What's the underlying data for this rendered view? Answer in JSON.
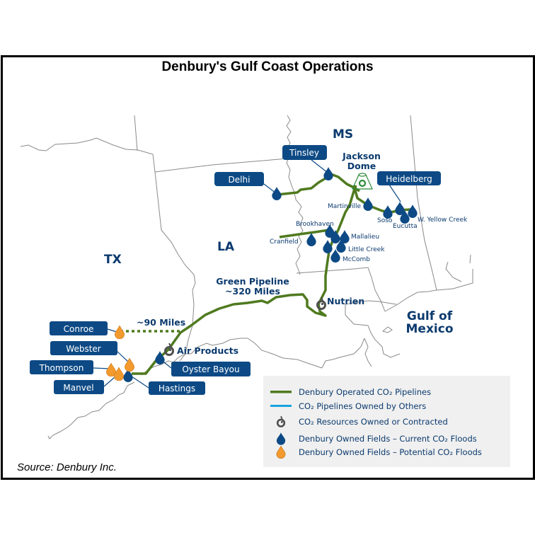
{
  "title": "Denbury's Gulf Coast Operations",
  "source": "Source: Denbury Inc.",
  "colors": {
    "label_blue": "#0b3a6e",
    "box_blue": "#0d4a85",
    "current_flood": "#0d4a85",
    "potential_flood": "#f29a2e",
    "pipeline_green": "#4f7a1f",
    "others_pipeline": "#1aa3e0",
    "co2_resource": "#505050",
    "legend_bg": "#f0f0f0",
    "border_gray": "#8a8a8a"
  },
  "states": {
    "tx": "TX",
    "la": "LA",
    "ms": "MS"
  },
  "water": {
    "gulf_line1": "Gulf of",
    "gulf_line2": "Mexico"
  },
  "annotations": {
    "green_pipeline_line1": "Green Pipeline",
    "green_pipeline_line2": "~320 Miles",
    "conroe_extension": "~90 Miles"
  },
  "co2_sources": {
    "jackson_dome_line1": "Jackson",
    "jackson_dome_line2": "Dome",
    "nutrien": "Nutrien",
    "air_products": "Air Products"
  },
  "boxed_fields": {
    "tinsley": "Tinsley",
    "delhi": "Delhi",
    "heidelberg": "Heidelberg",
    "conroe": "Conroe",
    "webster": "Webster",
    "thompson": "Thompson",
    "manvel": "Manvel",
    "hastings": "Hastings",
    "oyster_bayou": "Oyster Bayou"
  },
  "small_fields": {
    "martinville": "Martinville",
    "soso": "Soso",
    "eucutta": "Eucutta",
    "w_yellow_creek": "W. Yellow Creek",
    "brookhaven": "Brookhaven",
    "cranfield": "Cranfield",
    "mallalieu": "Mallalieu",
    "little_creek": "Little Creek",
    "mccomb": "McComb"
  },
  "legend": {
    "items": [
      {
        "icon": "green-line",
        "label": "Denbury Operated CO₂ Pipelines"
      },
      {
        "icon": "blue-line",
        "label": "CO₂ Pipelines Owned by Others"
      },
      {
        "icon": "co2-resource-icon",
        "label": "CO₂ Resources Owned or Contracted"
      },
      {
        "icon": "current-flood-drop",
        "label": "Denbury Owned Fields – Current CO₂ Floods"
      },
      {
        "icon": "potential-flood-drop",
        "label": "Denbury Owned Fields – Potential CO₂ Floods"
      }
    ]
  }
}
